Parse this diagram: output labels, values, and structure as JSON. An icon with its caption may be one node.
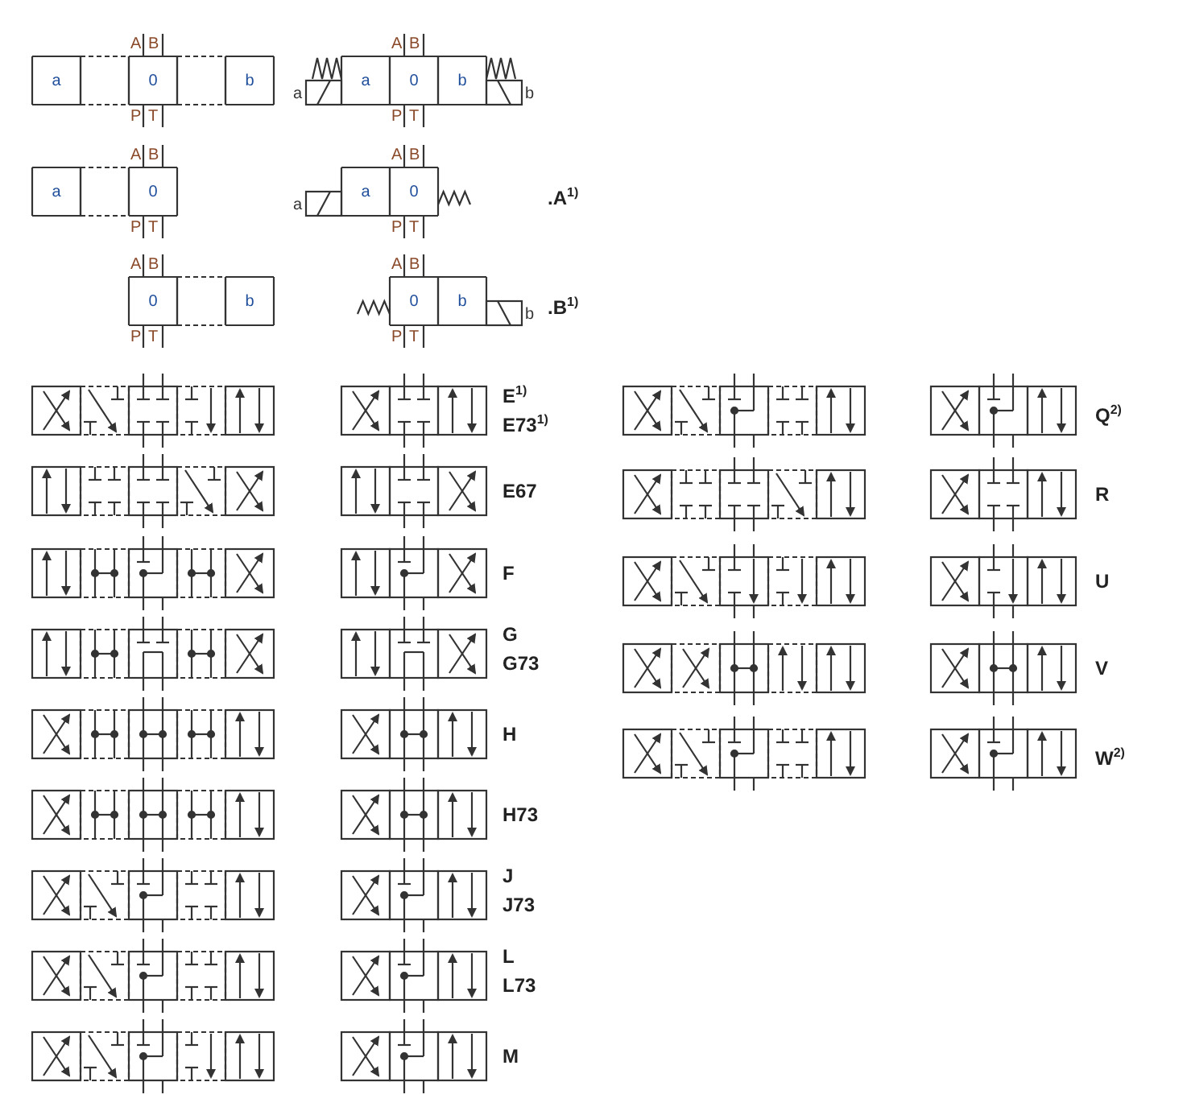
{
  "diagram": {
    "labels": [
      "A",
      "B",
      "a",
      "0",
      "b",
      "P",
      "T",
      "A",
      "B",
      "a",
      "a",
      "0",
      "b",
      "b",
      "P",
      "T",
      "A",
      "B",
      "a",
      "0",
      "P",
      "T",
      "A",
      "B",
      "a",
      "a",
      "0",
      "P",
      "T",
      ".A$^{1)}$",
      "A",
      "B",
      "0",
      "b",
      "P",
      "T",
      "A",
      "B",
      "0",
      "b",
      "b",
      "P",
      "T",
      ".B$^{1)}$",
      "E$^{1)}$",
      "E73$^{1)}$",
      "E67",
      "F",
      "G",
      "G73",
      "H",
      "H73",
      "J",
      "J73",
      "L",
      "L73",
      "M",
      "Q$^{2)}$",
      "R",
      "U",
      "V",
      "W$^{2)}$"
    ]
  }
}
